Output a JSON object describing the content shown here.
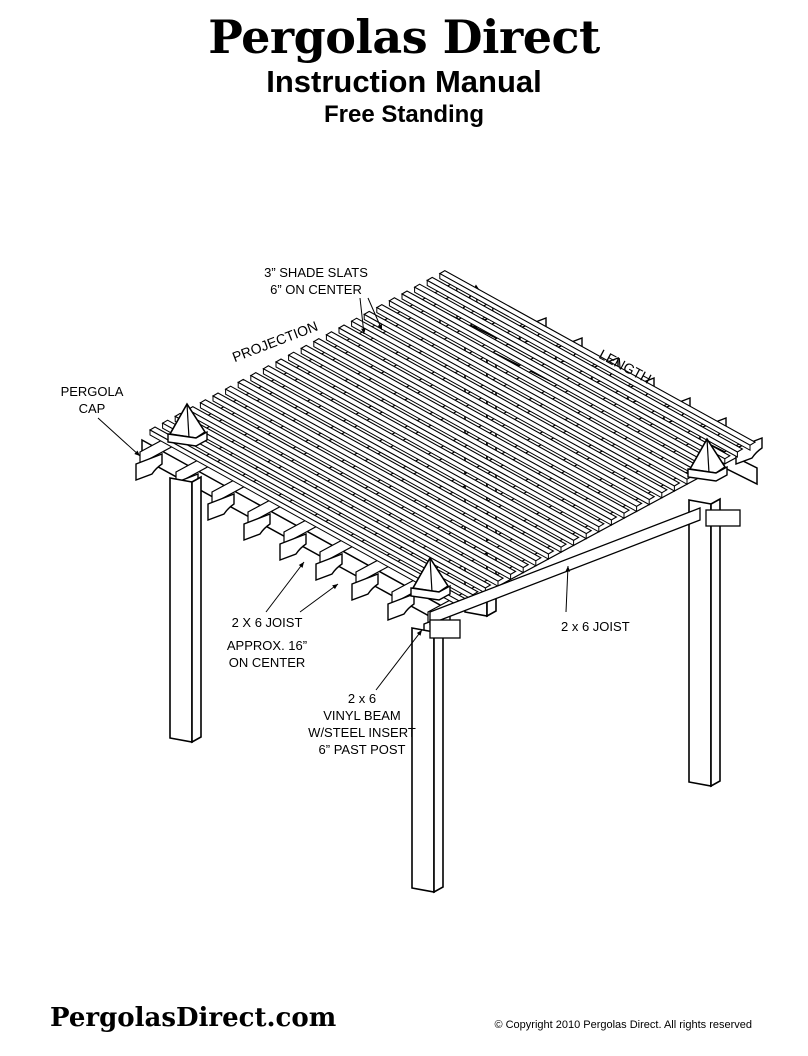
{
  "header": {
    "brand": "Pergolas Direct",
    "title": "Instruction Manual",
    "subtitle": "Free Standing"
  },
  "labels": {
    "shade_slats_line1": "3” SHADE SLATS",
    "shade_slats_line2": "6” ON CENTER",
    "projection": "PROJECTION",
    "length": "LENGTH",
    "pergola_cap_line1": "PERGOLA",
    "pergola_cap_line2": "CAP",
    "joist_left_line1": "2 X 6 JOIST",
    "joist_left_line2": "APPROX. 16”",
    "joist_left_line3": "ON CENTER",
    "joist_right": "2 x 6 JOIST",
    "beam_line1": "2 x 6",
    "beam_line2": "VINYL BEAM",
    "beam_line3": "W/STEEL INSERT",
    "beam_line4": "6” PAST POST"
  },
  "footer": {
    "website": "PergolasDirect.com",
    "copyright": "© Copyright 2010 Pergolas Direct. All rights reserved"
  },
  "colors": {
    "ink": "#000000",
    "paper": "#ffffff"
  }
}
